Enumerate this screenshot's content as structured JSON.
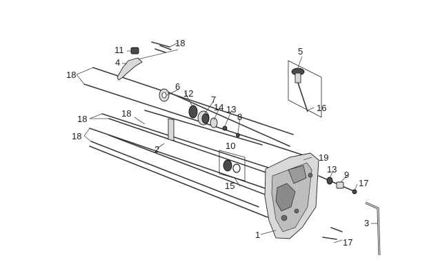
{
  "labels": {
    "l1": "1",
    "l2": "2",
    "l3": "3",
    "l4": "4",
    "l5": "5",
    "l6": "6",
    "l7": "7",
    "l8": "8",
    "l9": "9",
    "l10": "10",
    "l11": "11",
    "l12": "12",
    "l13a": "13",
    "l13b": "13",
    "l14": "14",
    "l15": "15",
    "l16": "16",
    "l17a": "17",
    "l17b": "17",
    "l18a": "18",
    "l18b": "18",
    "l18c": "18",
    "l18d": "18",
    "l18e": "18",
    "l19": "19"
  },
  "colors": {
    "ink": "#1a1a1a",
    "part_fill": "#d9d9d9",
    "dark_fill": "#4a4a4a",
    "background": "#ffffff"
  }
}
